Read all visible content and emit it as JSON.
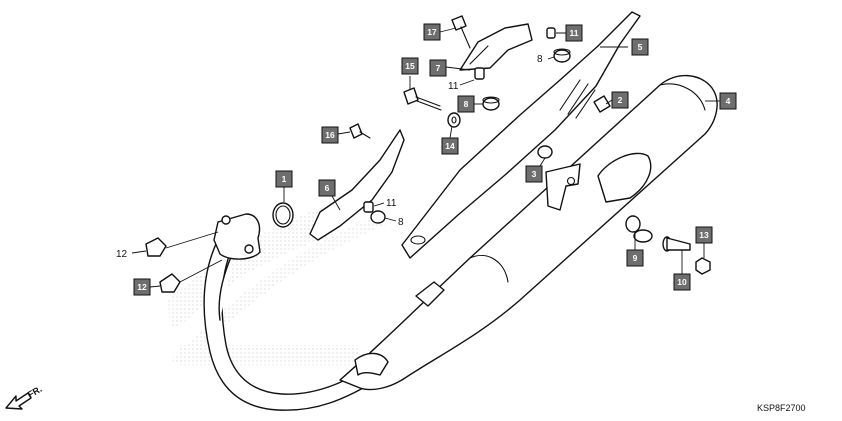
{
  "diagram": {
    "code": "KSP8F2700",
    "front_label": "FR.",
    "callouts": [
      "17",
      "11",
      "5",
      "15",
      "7",
      "11",
      "8",
      "2",
      "4",
      "8",
      "16",
      "14",
      "1",
      "6",
      "11",
      "8",
      "3",
      "12",
      "12",
      "9",
      "10",
      "13"
    ],
    "plain_labels": {
      "eight_top": "8",
      "eleven_mid": "11",
      "eleven_low": "11",
      "eight_low": "8",
      "twelve_left": "12"
    }
  }
}
